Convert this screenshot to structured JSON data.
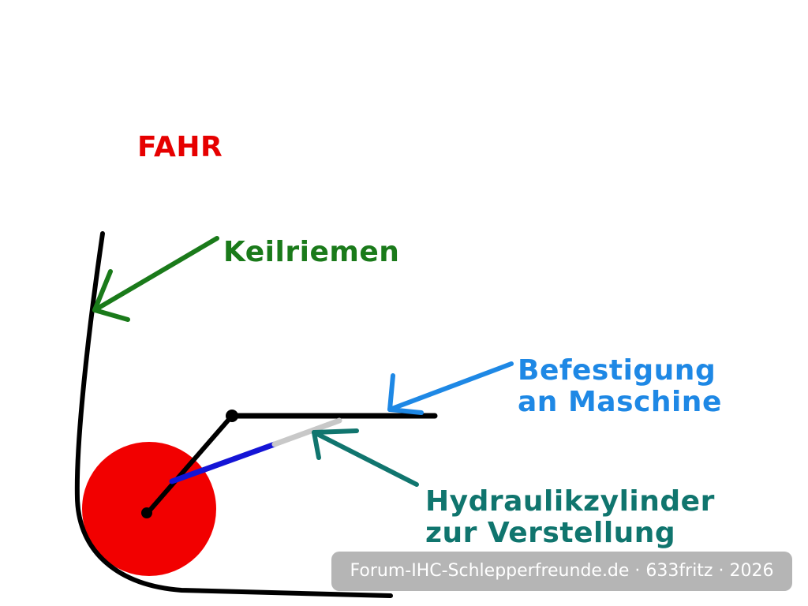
{
  "labels": {
    "fahr": "FAHR",
    "keilriemen": "Keilriemen",
    "befestigung_line1": "Befestigung",
    "befestigung_line2": "an Maschine",
    "hydraulik_line1": "Hydraulikzylinder",
    "hydraulik_line2": "zur Verstellung"
  },
  "watermark": "Forum-IHC-Schlepperfreunde.de · 633fritz · 2026",
  "colors": {
    "fahr": "#e60000",
    "keilriemen": "#1a7a1a",
    "befestigung": "#1e88e5",
    "hydraulik": "#10756e",
    "pulley": "#f20000",
    "belt": "#000000",
    "cylinder_body": "#1414d6",
    "cylinder_rod": "#c8c8c8"
  }
}
